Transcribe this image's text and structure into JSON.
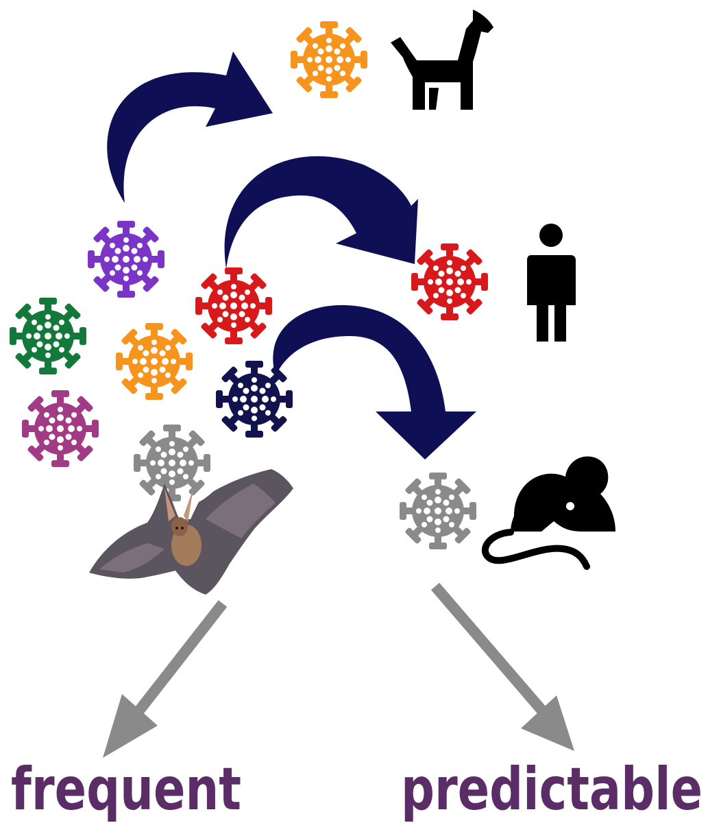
{
  "labels": {
    "left": "frequent",
    "right": "predictable"
  },
  "colors": {
    "label": "#5a2d67",
    "curved_arrow": "#0f0f55",
    "straight_arrow": "#8a8a8a",
    "host_icon": "#000000"
  },
  "viruses": [
    {
      "name": "virus-orange-dog",
      "color": "#f7941d"
    },
    {
      "name": "virus-purple",
      "color": "#7b35c6"
    },
    {
      "name": "virus-red-source",
      "color": "#d7191c"
    },
    {
      "name": "virus-red-human",
      "color": "#d7191c"
    },
    {
      "name": "virus-green",
      "color": "#13793b"
    },
    {
      "name": "virus-orange",
      "color": "#f7941d"
    },
    {
      "name": "virus-navy",
      "color": "#12124f"
    },
    {
      "name": "virus-magenta",
      "color": "#a23b86"
    },
    {
      "name": "virus-gray-source",
      "color": "#8a8a8a"
    },
    {
      "name": "virus-gray-mouse",
      "color": "#8a8a8a"
    }
  ],
  "hosts": [
    "dog-icon",
    "person-icon",
    "mouse-icon",
    "bat-image"
  ]
}
